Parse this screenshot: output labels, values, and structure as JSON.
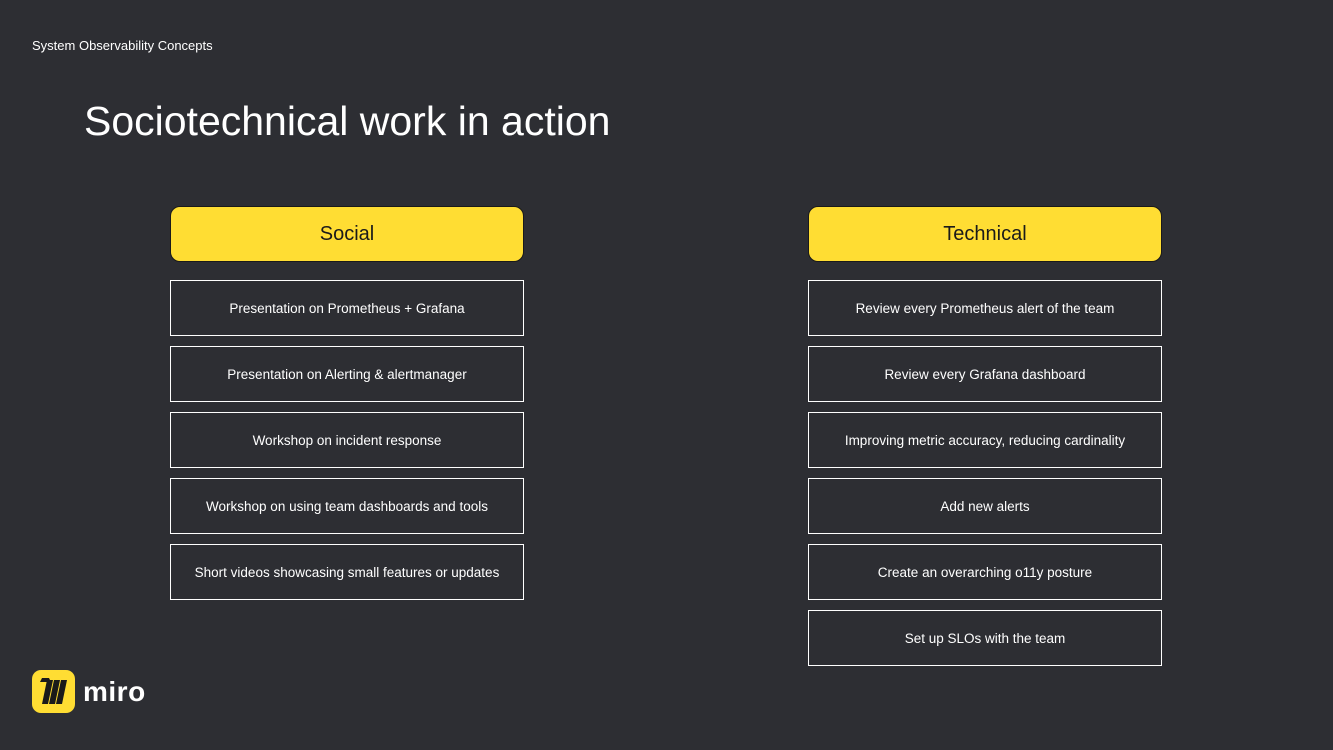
{
  "deck": {
    "title": "System Observability Concepts"
  },
  "slide": {
    "title": "Sociotechnical work in action"
  },
  "columns": {
    "social": {
      "header": "Social",
      "items": [
        "Presentation on Prometheus + Grafana",
        "Presentation on Alerting & alertmanager",
        "Workshop on incident response",
        "Workshop on using team dashboards and tools",
        "Short videos showcasing small features or updates"
      ]
    },
    "technical": {
      "header": "Technical",
      "items": [
        "Review every Prometheus alert of the team",
        "Review every Grafana dashboard",
        "Improving metric accuracy, reducing cardinality",
        "Add new alerts",
        "Create an overarching o11y posture",
        "Set up SLOs with the team"
      ]
    }
  },
  "logo": {
    "icon": "miro-logo-icon",
    "text": "miro"
  },
  "colors": {
    "background": "#2d2e33",
    "accent": "#ffdd33",
    "text": "#ffffff"
  }
}
